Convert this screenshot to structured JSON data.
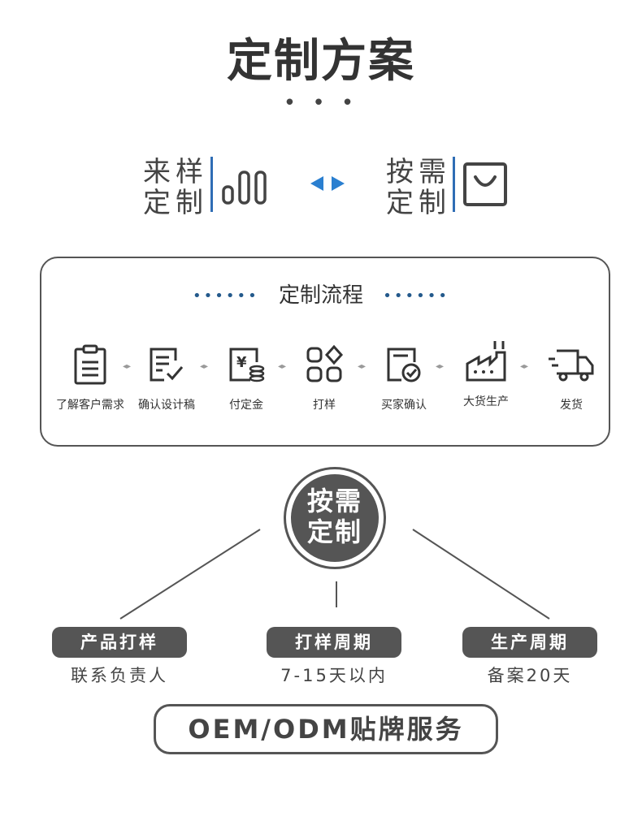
{
  "header": {
    "title": "定制方案",
    "dots": "• • •"
  },
  "modes": {
    "left": {
      "line1": "来样",
      "line2": "定制"
    },
    "right": {
      "line1": "按需",
      "line2": "定制"
    }
  },
  "flow": {
    "title": "定制流程",
    "dots": "••••••",
    "steps": [
      {
        "label": "了解客户需求",
        "icon": "clipboard-icon"
      },
      {
        "label": "确认设计稿",
        "icon": "edit-check-icon"
      },
      {
        "label": "付定金",
        "icon": "yuan-coins-icon"
      },
      {
        "label": "打样",
        "icon": "apps-icon"
      },
      {
        "label": "买家确认",
        "icon": "document-check-icon"
      },
      {
        "label": "大货生产",
        "icon": "factory-icon"
      },
      {
        "label": "发货",
        "icon": "truck-icon"
      }
    ]
  },
  "center": {
    "line1": "按需",
    "line2": "定制"
  },
  "branches": [
    {
      "label": "产品打样",
      "sub": "联系负责人"
    },
    {
      "label": "打样周期",
      "sub": "7-15天以内"
    },
    {
      "label": "生产周期",
      "sub": "备案20天"
    }
  ],
  "footer": {
    "label": "OEM/ODM贴牌服务"
  },
  "colors": {
    "accent": "#2f6db5",
    "dark": "#555555",
    "arrow": "#2a7fd0"
  }
}
